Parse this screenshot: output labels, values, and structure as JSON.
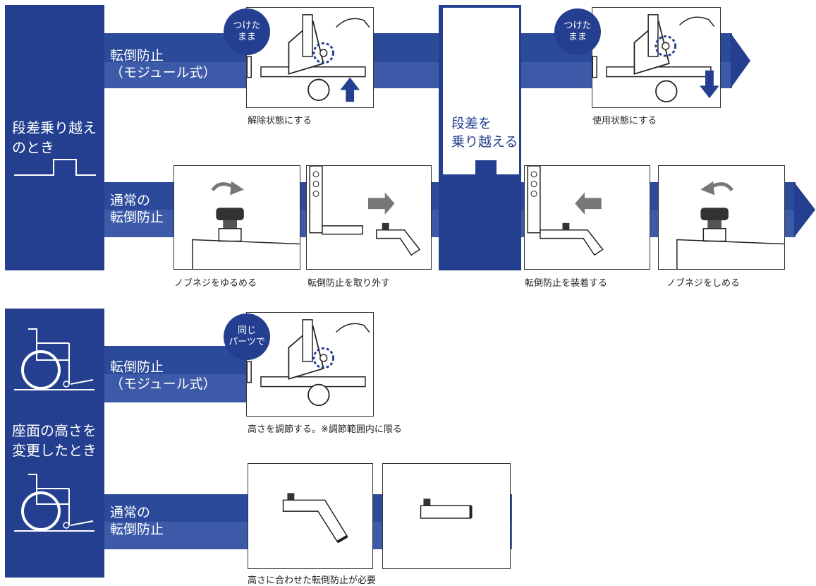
{
  "colors": {
    "navy": "#243f8f",
    "band_dark": "#2c4a9a",
    "band_light": "#3d5aa8",
    "arrow_gray": "#808080"
  },
  "section1": {
    "title": "段差乗り越え\nのとき",
    "modular_label": "転倒防止\n（モジュール式）",
    "normal_label": "通常の\n転倒防止",
    "middle_label": "段差を\n乗り越える",
    "badge_left": "つけた\nまま",
    "badge_right": "つけた\nまま",
    "captions": {
      "release": "解除状態にする",
      "use": "使用状態にする",
      "loosen": "ノブネジをゆるめる",
      "remove": "転倒防止を取り外す",
      "attach": "転倒防止を装着する",
      "tighten": "ノブネジをしめる"
    }
  },
  "section2": {
    "title": "座面の高さを\n変更したとき",
    "modular_label": "転倒防止\n（モジュール式）",
    "normal_label": "通常の\n転倒防止",
    "badge": "同じ\nパーツで",
    "caption_modular": "高さを調節する。※調節範囲内に限る",
    "caption_normal": "高さに合わせた転倒防止が必要"
  }
}
